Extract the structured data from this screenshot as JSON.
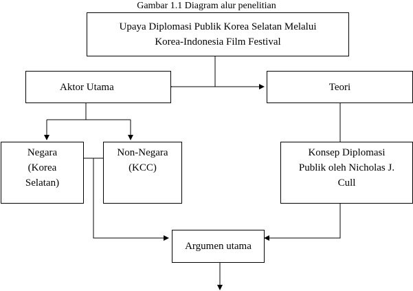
{
  "caption": "Gambar 1.1 Diagram alur penelitian",
  "boxes": {
    "title": [
      "Upaya Diplomasi Publik Korea Selatan Melalui",
      "Korea-Indonesia Film Festival"
    ],
    "aktor_utama": "Aktor Utama",
    "teori": "Teori",
    "negara": [
      "Negara",
      "(Korea",
      "Selatan)"
    ],
    "non_negara": [
      "Non-Negara",
      "(KCC)"
    ],
    "konsep": [
      "Konsep Diplomasi",
      "Publik oleh Nicholas J.",
      "Cull"
    ],
    "argumen": "Argumen utama"
  },
  "colors": {
    "line": "#000000",
    "background": "#ffffff"
  }
}
